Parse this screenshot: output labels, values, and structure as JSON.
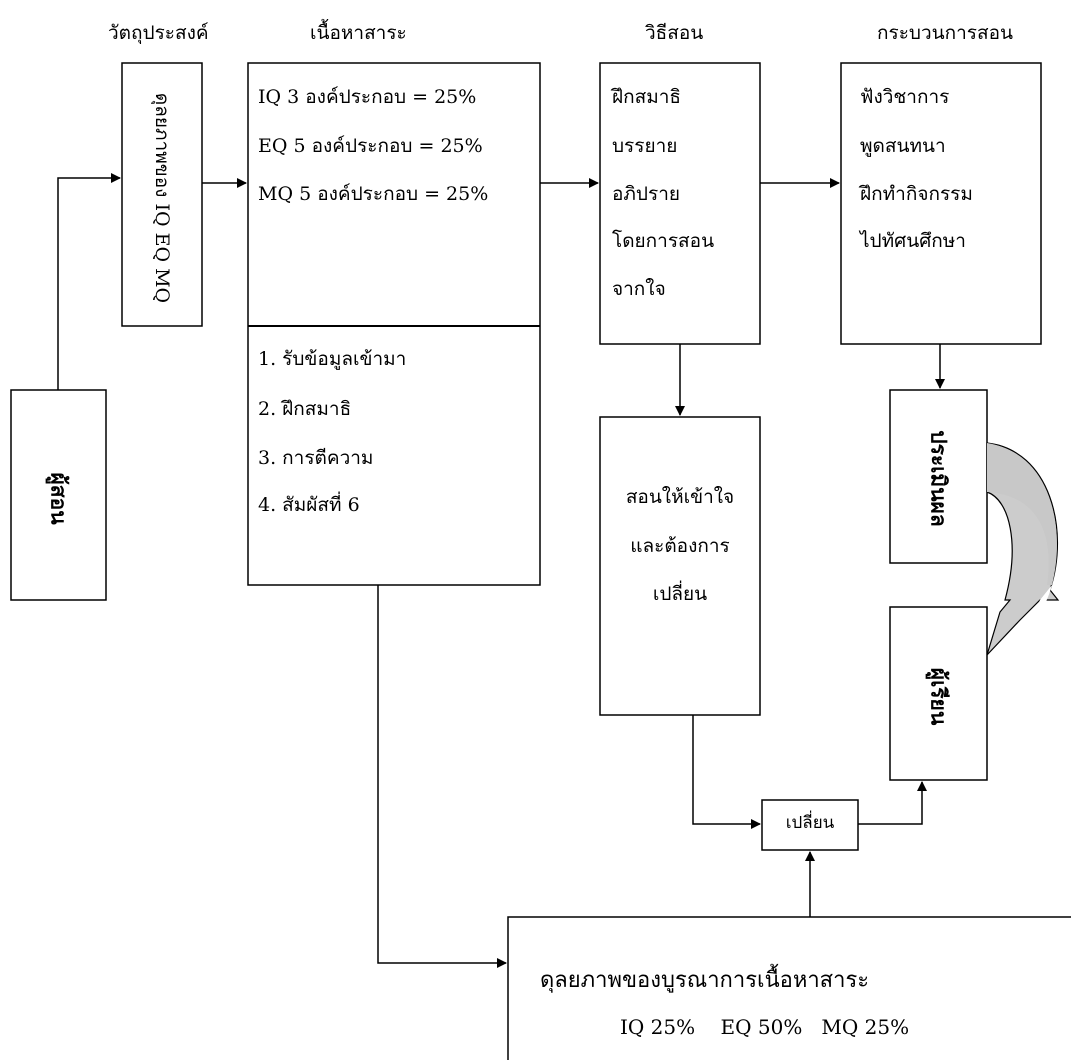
{
  "headers": {
    "objective": "วัตถุประสงค์",
    "content": "เนื้อหาสาระ",
    "method": "วิธีสอน",
    "process": "กระบวนการสอน"
  },
  "teacher": "ผู้สอน",
  "objective_box": "ดุลยภาพของ IQ EQ MQ",
  "content_top": [
    "IQ 3  องค์ประกอบ = 25%",
    "EQ 5 องค์ประกอบ = 25%",
    "MQ 5 องค์ประกอบ = 25%"
  ],
  "content_bottom": [
    "1. รับข้อมูลเข้ามา",
    "2. ฝึกสมาธิ",
    "3. การตีความ",
    "4. สัมผัสที่ 6"
  ],
  "method_box": [
    "ฝึกสมาธิ",
    "บรรยาย",
    "อภิปราย",
    "โดยการสอน",
    "จากใจ"
  ],
  "process_box": [
    "ฟังวิชาการ",
    "พูดสนทนา",
    "ฝึกทำกิจกรรม",
    "ไปทัศนศึกษา"
  ],
  "teach_box": [
    "สอนให้เข้าใจ",
    "และต้องการ",
    "เปลี่ยน"
  ],
  "evaluate": "ประเมินผล",
  "learner": "ผู้เรียน",
  "change": "เปลี่ยน",
  "balance_box": {
    "title": "ดุลยภาพของบูรณาการเนื้อหาสาระ",
    "values": "IQ 25%    EQ 50%   MQ 25%"
  }
}
